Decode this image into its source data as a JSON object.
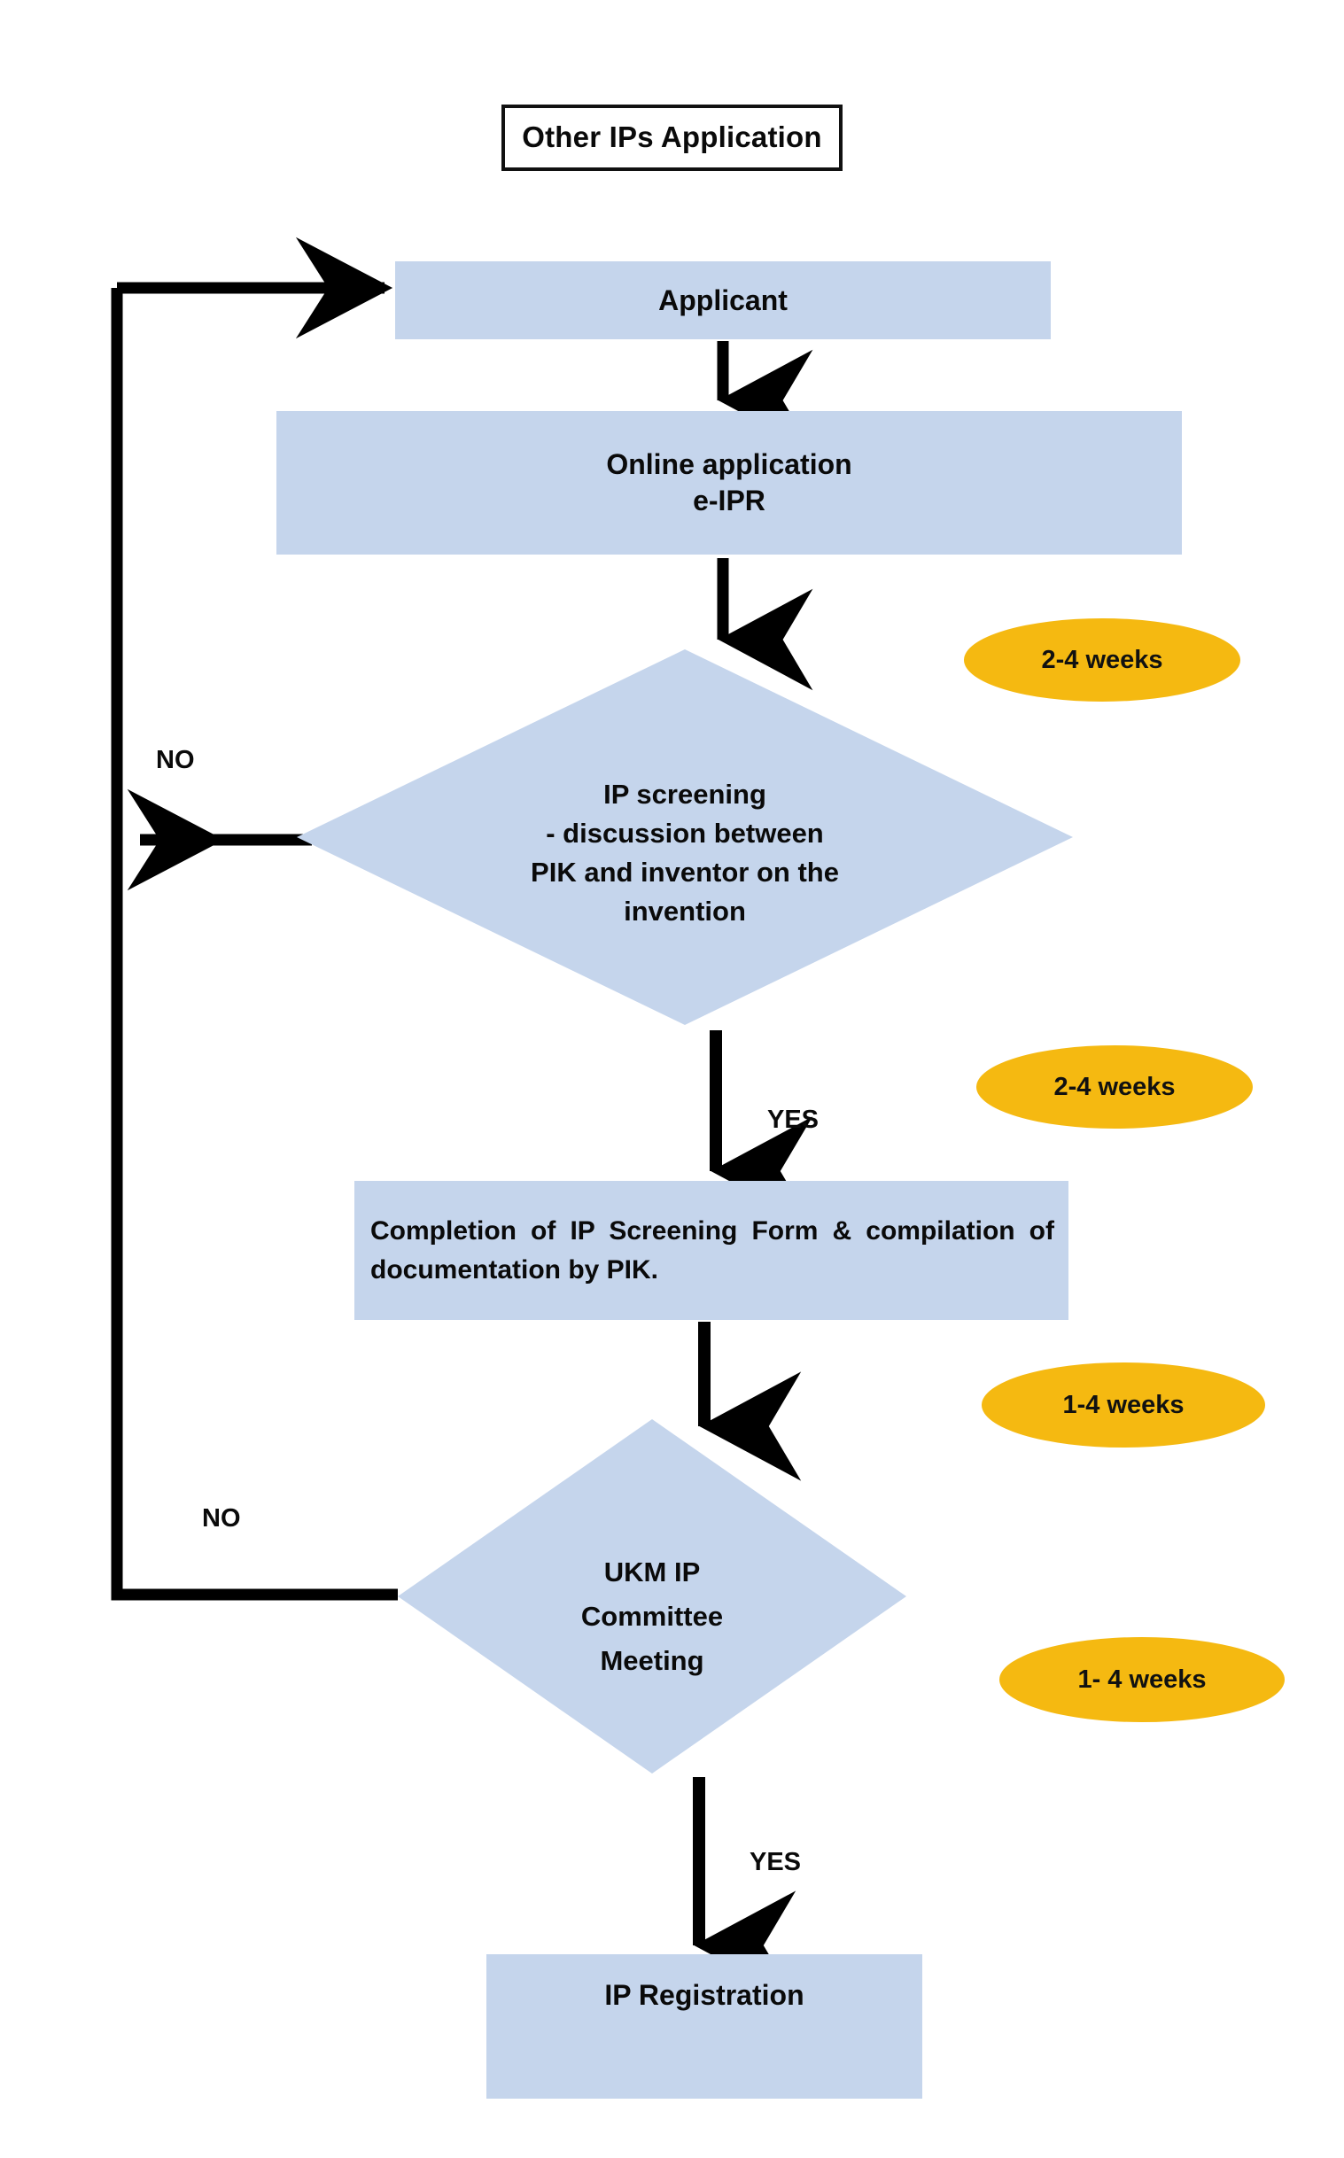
{
  "diagram": {
    "title": "Other IPs Application",
    "type": "flowchart",
    "palette": {
      "process_fill": "#C5D5EC",
      "duration_fill": "#F5B911",
      "connector": "#000000",
      "title_border": "#111111",
      "text": "#0A0A0A",
      "background": "#FFFFFF"
    },
    "nodes": {
      "applicant": "Applicant",
      "online_application_line1": "Online application",
      "online_application_line2": "e-IPR",
      "screening_line1": "IP screening",
      "screening_line2": "- discussion between",
      "screening_line3": "PIK and inventor on the",
      "screening_line4": "invention",
      "form_completion": "Completion of IP Screening Form & compilation of documentation by PIK.",
      "committee_line1": "UKM IP",
      "committee_line2": "Committee",
      "committee_line3": "Meeting",
      "registration": "IP Registration"
    },
    "durations": [
      {
        "id": "duration-1",
        "label": "2-4 weeks"
      },
      {
        "id": "duration-2",
        "label": "2-4 weeks"
      },
      {
        "id": "duration-3",
        "label": "1-4 weeks"
      },
      {
        "id": "duration-4",
        "label": "1- 4 weeks"
      }
    ],
    "edge_labels": {
      "no_1": "NO",
      "no_2": "NO",
      "yes_1": "YES",
      "yes_2": "YES"
    }
  }
}
